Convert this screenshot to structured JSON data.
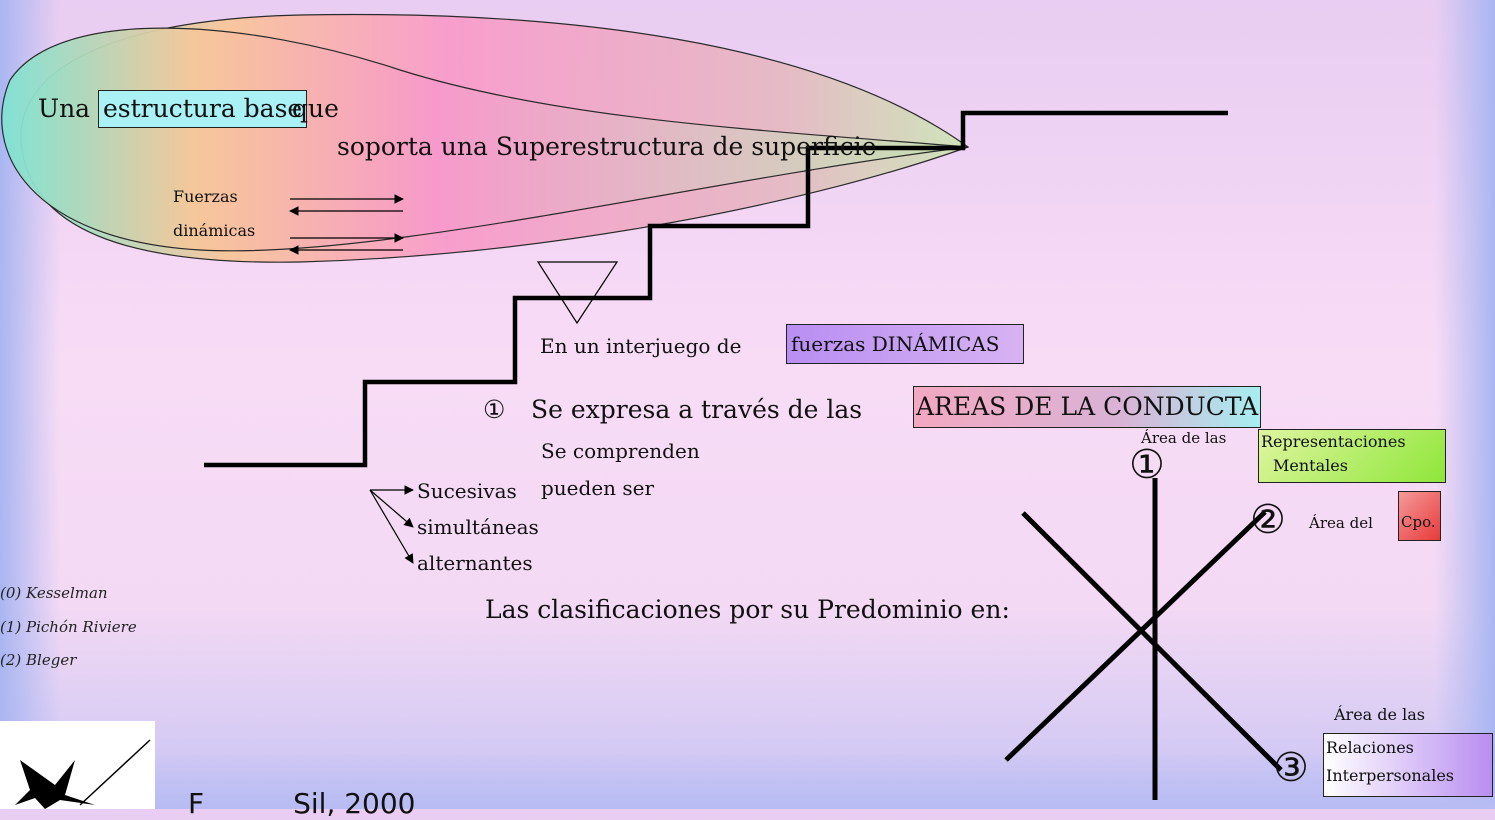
{
  "top_sentence": {
    "una": "Una",
    "estructura_base": "estructura base",
    "que": "que",
    "soporta": "soporta una Superestructura de superficie"
  },
  "fuerzas": {
    "line1": "Fuerzas",
    "line2": "dinámicas"
  },
  "interjuego": {
    "prefix": "En un interjuego de",
    "highlight": "fuerzas DINÁMICAS"
  },
  "expresa": {
    "circled": "①",
    "prefix": "Se expresa  a través de las",
    "highlight": "AREAS DE LA CONDUCTA"
  },
  "comprenden": {
    "line1": "Se comprenden",
    "line2": "pueden ser",
    "options": [
      "Sucesivas",
      "simultáneas",
      "alternantes"
    ]
  },
  "clasificaciones": "Las clasificaciones por su Predominio en:",
  "authors": [
    "(0) Kesselman",
    "(1) Pichón Riviere",
    "(2) Bleger"
  ],
  "areas": {
    "one": {
      "number": "①",
      "prefix": "Área de las",
      "box_line1": "Representaciones",
      "box_line2": "Mentales"
    },
    "two": {
      "number": "②",
      "prefix": "Área del",
      "box": "Cpo."
    },
    "three": {
      "number": "③",
      "prefix": "Área de las",
      "box_line1": "Relaciones",
      "box_line2": "Interpersonales"
    }
  },
  "footer_partial": "F          Sil, 2000",
  "colors": {
    "estructura_box": "#aaf1f6",
    "dinamicas_box": "#c59cf0",
    "conducta_start": "#f3a8c0",
    "conducta_end": "#a6eef0",
    "repr_start": "#c8f27a",
    "repr_end": "#8fe63a",
    "cpo": "#f05a5a"
  }
}
